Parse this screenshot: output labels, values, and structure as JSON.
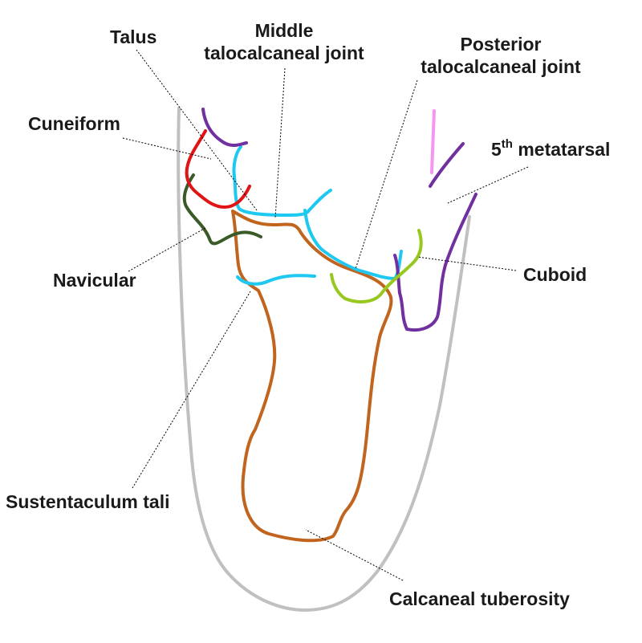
{
  "labels": {
    "talus": "Talus",
    "middle_joint_line1": "Middle",
    "middle_joint_line2": "talocalcaneal joint",
    "posterior_joint_line1": "Posterior",
    "posterior_joint_line2": "talocalcaneal joint",
    "cuneiform": "Cuneiform",
    "fifth_metatarsal_num": "5",
    "fifth_metatarsal_sup": "th",
    "fifth_metatarsal_text": "metatarsal",
    "navicular": "Navicular",
    "cuboid": "Cuboid",
    "sustentaculum_tali": "Sustentaculum tali",
    "calcaneal_tuberosity": "Calcaneal tuberosity"
  },
  "colors": {
    "foot_outline": "#c0c0c0",
    "calcaneus": "#c0641e",
    "talus": "#1ec8f0",
    "navicular": "#3a5a28",
    "cuneiform": "#e01414",
    "first_metatarsal": "#7030a0",
    "fifth_metatarsal": "#7030a0",
    "cuboid": "#96c81e",
    "pink_line": "#f596f0",
    "leader": "#000000"
  }
}
